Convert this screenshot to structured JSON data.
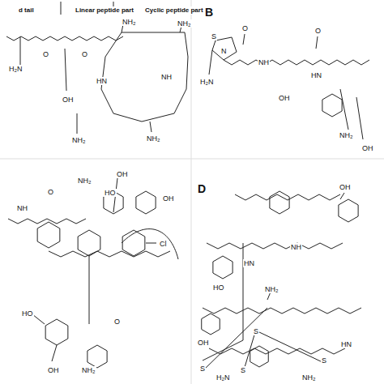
{
  "diagram": {
    "labels": [
      "d tail",
      "Linear peptide part",
      "Cyclic peptide part",
      "NH₂",
      "NH₂",
      "H₂N",
      "O",
      "O",
      "OH",
      "NH₂",
      "NH₂",
      "HN",
      "NH",
      "B",
      "S",
      "N",
      "H₂N",
      "O",
      "NH",
      "OH",
      "O",
      "NH₂",
      "OH",
      "HN",
      "NH",
      "OH",
      "HO",
      "O",
      "NH₂",
      "Cl",
      "OH",
      "HO",
      "OH",
      "NH₂",
      "O",
      "D",
      "OH",
      "HO",
      "NH₂",
      "S",
      "S",
      "S",
      "S",
      "H₂N",
      "OH",
      "NH",
      "HN",
      "NH₂",
      "HN"
    ]
  }
}
